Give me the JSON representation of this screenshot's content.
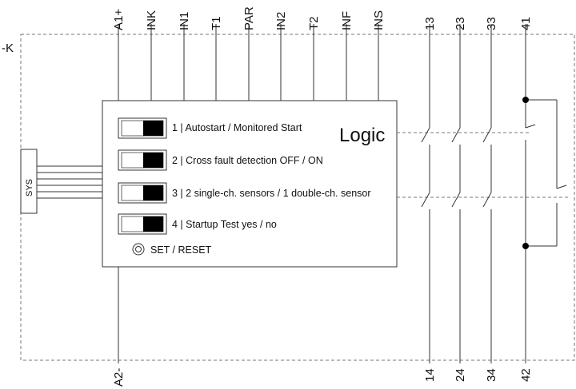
{
  "device": {
    "id": "-K",
    "logic_label": "Logic",
    "sys_label": "SYS",
    "reset_label": "SET / RESET"
  },
  "terminals_top": [
    "A1+",
    "INK",
    "IN1",
    "T1",
    "PAR",
    "IN2",
    "T2",
    "INF",
    "INS",
    "13",
    "23",
    "33",
    "41"
  ],
  "terminals_bottom": [
    "A2-",
    "14",
    "24",
    "34",
    "42"
  ],
  "dip_switches": [
    {
      "label": "1 | Autostart / Monitored Start"
    },
    {
      "label": "2 | Cross fault detection OFF / ON"
    },
    {
      "label": "3 | 2 single-ch. sensors / 1 double-ch. sensor"
    },
    {
      "label": "4 | Startup Test yes / no"
    }
  ]
}
